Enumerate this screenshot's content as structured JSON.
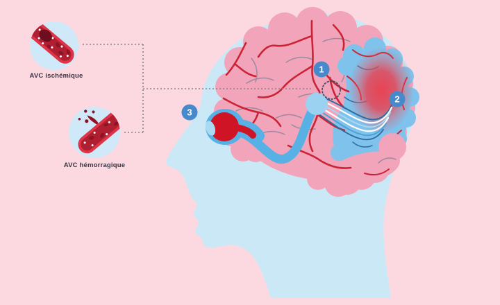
{
  "insets": {
    "ischemic": {
      "label": "AVC ischémique"
    },
    "hemorrhagic": {
      "label": "AVC hémorragique"
    }
  },
  "markers": [
    {
      "number": "1"
    },
    {
      "number": "2"
    },
    {
      "number": "3"
    }
  ],
  "colors": {
    "background": "#fcd9e1",
    "head": "#cbe8f7",
    "brain": "#f2a4ba",
    "occipital_lobe": "#7fc2ec",
    "artery": "#cb2334",
    "sulcus_gray": "#9a8aa0",
    "sulcus_blue": "#2f6f9f",
    "lesion_glow": "#ee414e",
    "optic_nerve": "#57b1e4",
    "node": "#9bd2f1",
    "eye_red": "#cf1426",
    "badge": "#4789cb",
    "badge_text": "#ffffff",
    "inset_circle": "#cfe9f8",
    "vessel_wall": "#dd3447",
    "vessel_interior": "#b01e31",
    "vessel_clot": "#6d0d20",
    "vessel_cells": "#8e1124",
    "dashed_line": "#8c8288",
    "label_text": "#3a3442"
  }
}
